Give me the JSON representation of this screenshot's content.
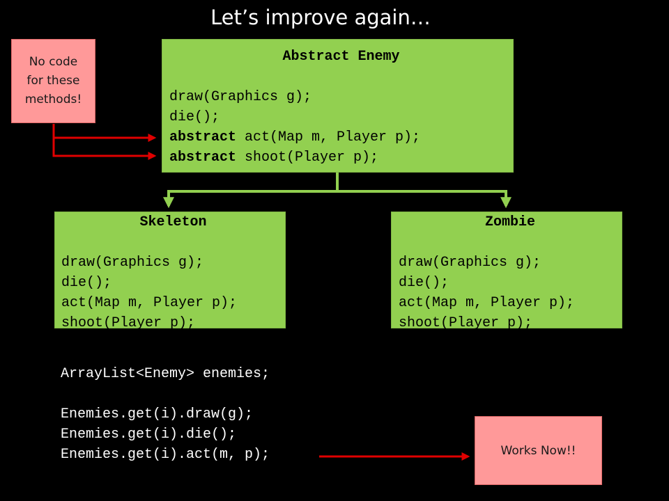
{
  "title": "Let’s improve again…",
  "abstract_enemy": {
    "name": "Abstract Enemy",
    "methods": [
      {
        "keyword": "",
        "text": "draw(Graphics g);"
      },
      {
        "keyword": "",
        "text": "die();"
      },
      {
        "keyword": "abstract",
        "text": " act(Map m, Player p);"
      },
      {
        "keyword": "abstract",
        "text": " shoot(Player p);"
      }
    ]
  },
  "skeleton": {
    "name": "Skeleton",
    "methods": [
      "draw(Graphics g);",
      "die();",
      "act(Map m, Player p);",
      "shoot(Player p);"
    ]
  },
  "zombie": {
    "name": "Zombie",
    "methods": [
      "draw(Graphics g);",
      "die();",
      "act(Map m, Player p);",
      "shoot(Player p);"
    ]
  },
  "note_no_code": {
    "lines": [
      "No code",
      "for these",
      "methods!"
    ]
  },
  "note_works": "Works Now!!",
  "code": {
    "declaration": "ArrayList<Enemy> enemies;",
    "calls": [
      "Enemies.get(i).draw(g);",
      "Enemies.get(i).die();",
      "Enemies.get(i).act(m, p);"
    ]
  },
  "colors": {
    "box_green": "#92d050",
    "note_pink": "#ff9999",
    "arrow_red": "#e00000",
    "background": "#000000"
  }
}
